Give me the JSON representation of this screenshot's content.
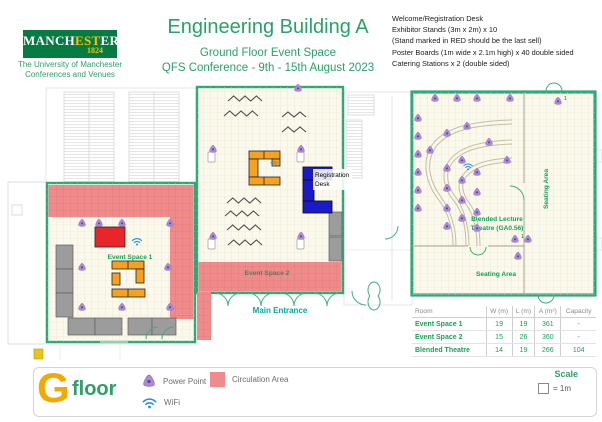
{
  "header": {
    "logo": {
      "brand_pre": "MANCH",
      "brand_est": "EST",
      "brand_post": "ER",
      "year": "1824",
      "sub1": "The University of Manchester",
      "sub2": "Conferences and Venues"
    },
    "title": "Engineering Building A",
    "subtitle1": "Ground Floor Event Space",
    "subtitle2": "QFS Conference - 9th - 15th August 2023",
    "notes": [
      "Welcome/Registration Desk",
      "Exhibitor Stands (3m x 2m) x 10",
      "(Stand marked in RED should be the last sell)",
      "Poster Boards (1m wide x 2.1m high) x 40 double sided",
      "Catering Stations x 2 (double sided)"
    ]
  },
  "plan": {
    "event_space_1_label": "Event Space 1",
    "event_space_2_label": "Event Space 2",
    "theatre_label_line1": "Blended Lecture",
    "theatre_label_line2": "Theatre (GA0.56)",
    "seating_area_side": "Seating Area",
    "seating_area_bottom": "Seating Area",
    "main_entrance_label": "Main Entrance",
    "registration_line1": "Registration",
    "registration_line2": "Desk",
    "power_count_badge": "1"
  },
  "legend": {
    "floor_letter": "G",
    "floor_word": "floor",
    "power_label": "Power Point",
    "wifi_label": "WiFi",
    "circulation_label": "Circulation Area"
  },
  "scale": {
    "label": "Scale",
    "unit": "= 1m"
  },
  "table": {
    "headers": [
      "Room",
      "W (m)",
      "L (m)",
      "A (m²)",
      "Capacity"
    ],
    "rows": [
      {
        "room": "Event Space 1",
        "w": "19",
        "l": "19",
        "a": "361",
        "capacity": "-"
      },
      {
        "room": "Event Space 2",
        "w": "15",
        "l": "26",
        "a": "360",
        "capacity": "-"
      },
      {
        "room": "Blended Theatre",
        "w": "14",
        "l": "19",
        "a": "266",
        "capacity": "104"
      }
    ]
  },
  "colors": {
    "wall_green": "#2fa878",
    "title_green": "#28a269",
    "label_green": "#18a054",
    "circulation_pink": "#f08b8b",
    "room_cream": "#fbf8ec",
    "stand_orange": "#f6a21f",
    "stand_red": "#e8252a",
    "desk_blue": "#1a1ac9",
    "power_purple": "#a98bd3",
    "wifi_blue": "#1f8fe8",
    "logo_green": "#067a43",
    "floor_yellow": "#f2a900"
  }
}
